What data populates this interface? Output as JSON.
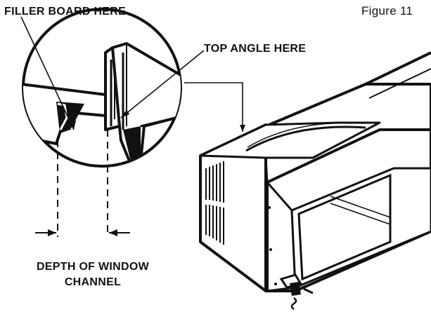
{
  "figure": {
    "figure_label": "Figure 11",
    "callouts": {
      "filler_board": "FILLER BOARD HERE",
      "top_angle": "TOP ANGLE HERE"
    },
    "dimension": {
      "line1": "DEPTH OF WINDOW",
      "line2": "CHANNEL"
    }
  }
}
